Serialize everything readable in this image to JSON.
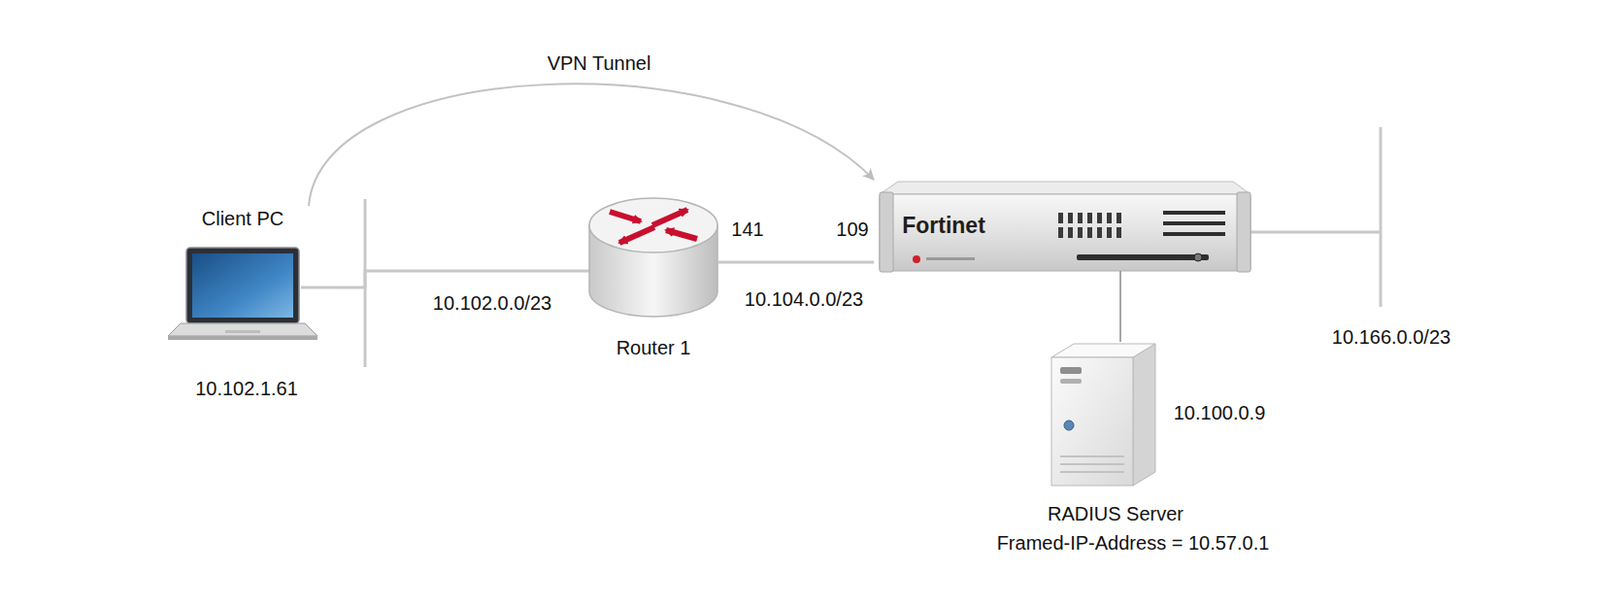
{
  "diagram": {
    "nodes": [
      {
        "text": [
          "Client PC",
          "10.102.1.61"
        ]
      },
      {
        "text": [
          "Router 1"
        ]
      },
      {
        "text": [
          "Fortinet"
        ]
      },
      {
        "text": [
          "10.100.0.9",
          "RADIUS Server",
          "Framed-IP-Address = 10.57.0.1"
        ]
      }
    ],
    "edges": [
      {
        "from": 0,
        "to": 2,
        "arrow": "to",
        "label": "VPN Tunnel"
      },
      {
        "from": 0,
        "to": 1,
        "arrow": "none",
        "label": "10.102.0.0/23"
      },
      {
        "from": 1,
        "to": 2,
        "arrow": "none",
        "label": "10.104.0.0/23"
      },
      {
        "from": 2,
        "to": 3,
        "arrow": "none"
      }
    ],
    "labels": [
      "141",
      "109",
      "10.166.0.0/23"
    ]
  }
}
